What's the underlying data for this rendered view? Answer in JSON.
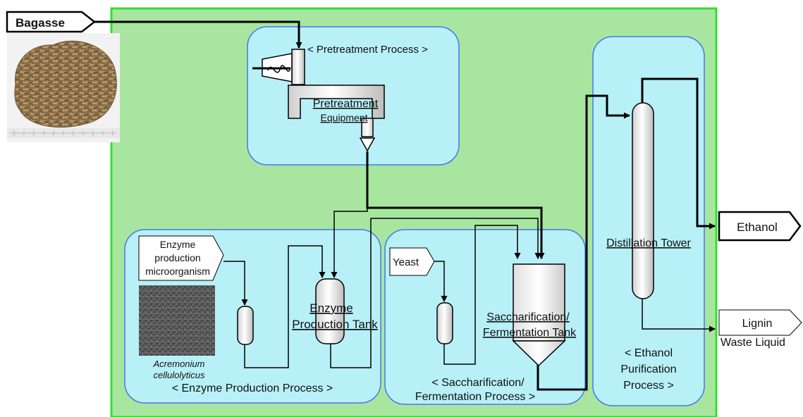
{
  "inputs": {
    "bagasse": "Bagasse",
    "enzyme_microorganism": [
      "Enzyme",
      "production",
      "microorganism"
    ],
    "yeast": "Yeast"
  },
  "outputs": {
    "ethanol": "Ethanol",
    "lignin": [
      "Lignin",
      "Waste Liquid"
    ]
  },
  "processes": {
    "pretreatment": {
      "title": "< Pretreatment Process >",
      "equipment": [
        "Pretreatment",
        "Equipment"
      ]
    },
    "enzyme": {
      "title": "< Enzyme Production Process >",
      "tank": [
        "Enzyme",
        "Production Tank"
      ],
      "species": [
        "Acremonium",
        "cellulolyticus"
      ]
    },
    "saccharification": {
      "title": [
        "< Saccharification/",
        "Fermentation Process >"
      ],
      "tank": [
        "Saccharification/",
        "Fermentation Tank"
      ]
    },
    "purification": {
      "title": [
        "< Ethanol",
        "Purification",
        "Process >"
      ],
      "tower": "Distillation Tower"
    }
  },
  "colors": {
    "outer_area": "#a8e6a0",
    "outer_border": "#33dd33",
    "process_fill": "#b8f0f8",
    "process_border": "#4477ee",
    "line": "#000000"
  },
  "icons": {
    "bagasse_photo": "bagasse-photo-icon",
    "micrograph": "micrograph-icon"
  }
}
